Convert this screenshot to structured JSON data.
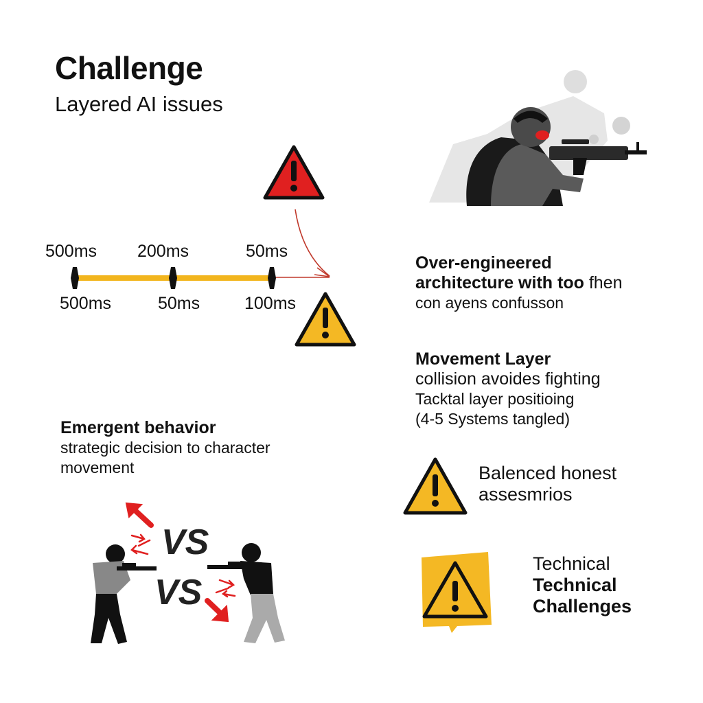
{
  "header": {
    "title": "Challenge",
    "subtitle": "Layered AI issues"
  },
  "timeline": {
    "line_color": "#f2b51d",
    "top_labels": [
      "500ms",
      "200ms",
      "50ms"
    ],
    "bottom_labels": [
      "500ms",
      "50ms",
      "100ms"
    ]
  },
  "warnings": {
    "red_color": "#e02020",
    "yellow_color": "#f4b824"
  },
  "overengineered": {
    "line1": "Over-engineered",
    "line2_bold": "architecture with too",
    "line2_rest": " fhen",
    "line3": "con ayens confusson"
  },
  "movement": {
    "heading": "Movement Layer",
    "line1": "collision avoides fighting",
    "line2": "Tacktal layer positioing",
    "line3": "(4-5 Systems tangled)"
  },
  "emergent": {
    "heading": "Emergent behavior",
    "line1": "strategic decision to character",
    "line2": "movement"
  },
  "versus": {
    "label_top": "VS",
    "label_bottom": "VS"
  },
  "assessment": {
    "line1": "Balenced honest",
    "line2": "assesmrios"
  },
  "technical": {
    "line1": "Technical",
    "line2": "Technical",
    "line3": "Challenges"
  }
}
